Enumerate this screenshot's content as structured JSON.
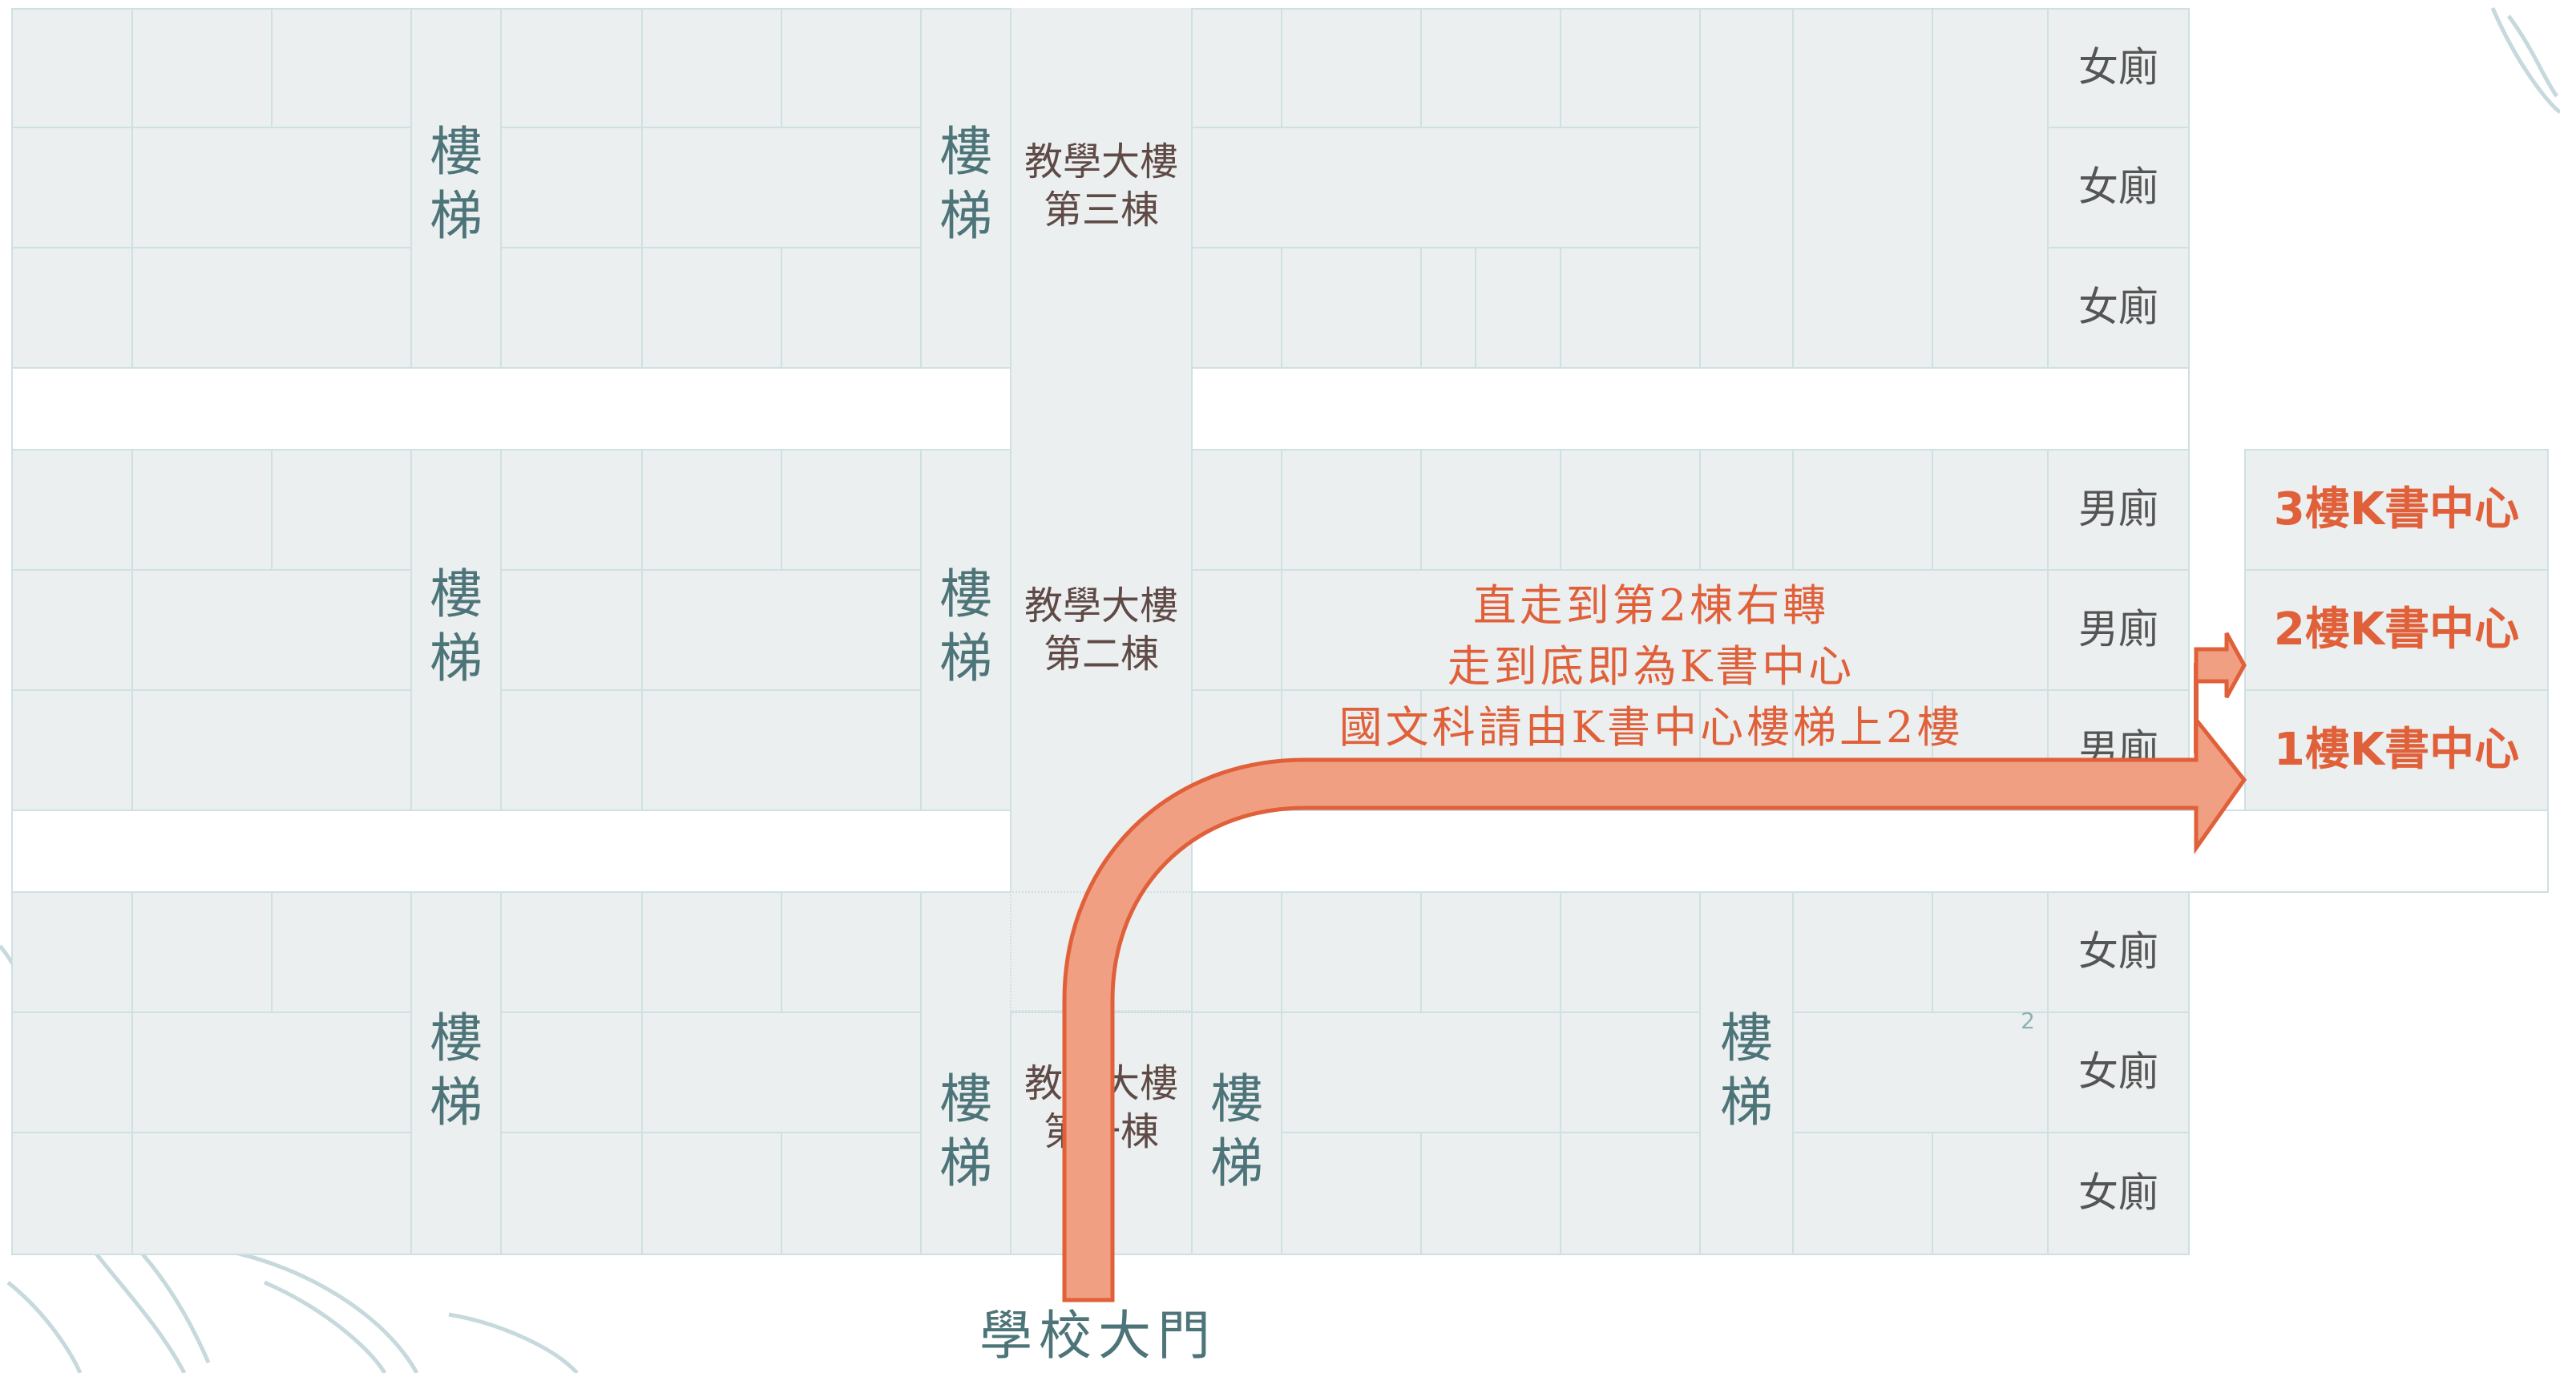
{
  "map": {
    "buildings": [
      {
        "line1": "教學大樓",
        "line2": "第三棟"
      },
      {
        "line1": "教學大樓",
        "line2": "第二棟"
      },
      {
        "line1": "教學大樓",
        "line2": "第一棟"
      }
    ],
    "stair_label": "樓\n梯",
    "restrooms": {
      "female": "女廁",
      "male": "男廁"
    },
    "k_center": {
      "floor3": "3樓K書中心",
      "floor2": "2樓K書中心",
      "floor1": "1樓K書中心"
    },
    "directions": {
      "line1": "直走到第2棟右轉",
      "line2": "走到底即為K書中心",
      "line3": "國文科請由K書中心樓梯上2樓"
    },
    "entrance": "學校大門",
    "page_number": "2"
  },
  "colors": {
    "room_fill": "#eceff0",
    "room_border": "#cfe0e2",
    "stair_text": "#4d7478",
    "building_text": "#5f4a46",
    "accent": "#e0603a",
    "arrow_fill": "#f09f83",
    "arrow_stroke": "#e0603a"
  },
  "icons": [
    "leaf-decoration-icon",
    "route-arrow-icon"
  ]
}
